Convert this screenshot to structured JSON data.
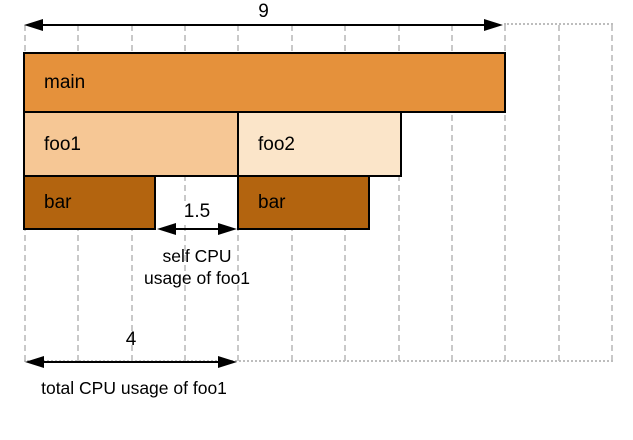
{
  "diagram": {
    "kind": "flame-graph-cpu-usage-explainer"
  },
  "frames": {
    "main": {
      "label": "main"
    },
    "foo1": {
      "label": "foo1"
    },
    "foo2": {
      "label": "foo2"
    },
    "bar1": {
      "label": "bar"
    },
    "bar2": {
      "label": "bar"
    }
  },
  "annotations": {
    "total_width": {
      "value": "9"
    },
    "self_cpu": {
      "value": "1.5",
      "caption": "self CPU usage of foo1"
    },
    "total_cpu": {
      "value": "4",
      "caption": "total CPU usage of foo1"
    }
  },
  "colors": {
    "main": "#E5913B",
    "foo1": "#F6C795",
    "foo2": "#FBE5C9",
    "bar": "#B3640F",
    "grid": "#C9C9C9"
  }
}
